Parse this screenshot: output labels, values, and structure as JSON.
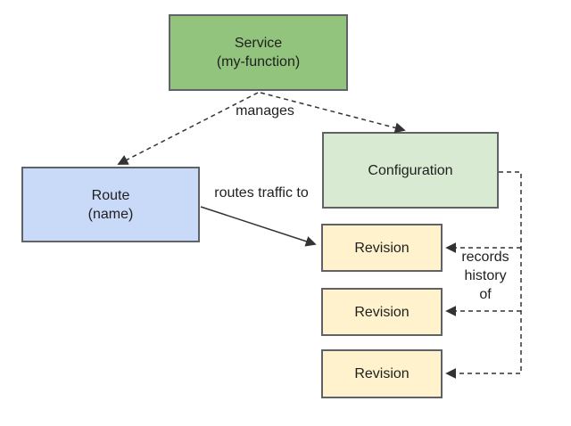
{
  "diagram": {
    "title_semantic": "service-route-configuration-revision-diagram",
    "background": "#ffffff",
    "nodes": {
      "service": {
        "title": "Service",
        "subtitle": "(my-function)",
        "fill": "#93c47d"
      },
      "route": {
        "title": "Route",
        "subtitle": "(name)",
        "fill": "#c9daf8"
      },
      "configuration": {
        "title": "Configuration",
        "subtitle": "",
        "fill": "#d9ead3"
      },
      "revision1": {
        "title": "Revision",
        "subtitle": "",
        "fill": "#fff2cc"
      },
      "revision2": {
        "title": "Revision",
        "subtitle": "",
        "fill": "#fff2cc"
      },
      "revision3": {
        "title": "Revision",
        "subtitle": "",
        "fill": "#fff2cc"
      }
    },
    "edges": [
      {
        "from": "service",
        "to": "route",
        "label": "manages",
        "style": "dashed"
      },
      {
        "from": "service",
        "to": "configuration",
        "label": "",
        "style": "dashed"
      },
      {
        "from": "route",
        "to": "revision1",
        "label": "routes traffic to",
        "style": "solid"
      },
      {
        "from": "configuration",
        "to": "revision1",
        "label": "records\nhistory\nof",
        "style": "dashed"
      },
      {
        "from": "configuration",
        "to": "revision2",
        "label": "",
        "style": "dashed"
      },
      {
        "from": "configuration",
        "to": "revision3",
        "label": "",
        "style": "dashed"
      }
    ],
    "colors": {
      "node_border": "#5f6368",
      "line": "#333333",
      "text": "#1f1f1f"
    }
  }
}
